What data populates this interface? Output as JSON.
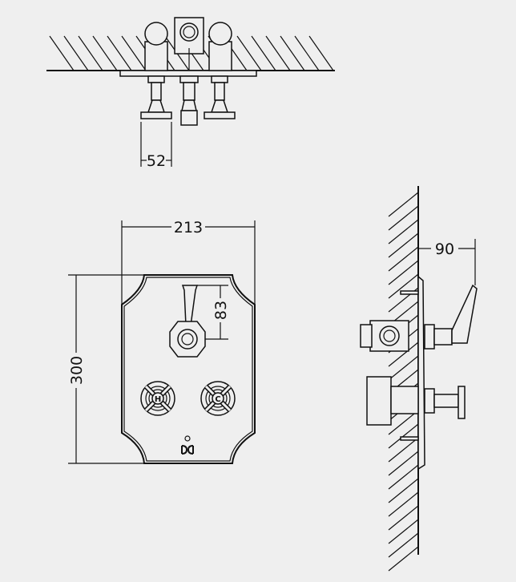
{
  "drawing": {
    "top_view": {
      "dimension_valve_spacing": "52"
    },
    "front_view": {
      "dimension_width": "213",
      "dimension_height": "300",
      "dimension_lever_offset": "83",
      "hot_label": "H",
      "cold_label": "C",
      "logo": "D&D"
    },
    "side_view": {
      "dimension_projection": "90"
    }
  },
  "colors": {
    "background": "#efefef",
    "line": "#111111"
  }
}
